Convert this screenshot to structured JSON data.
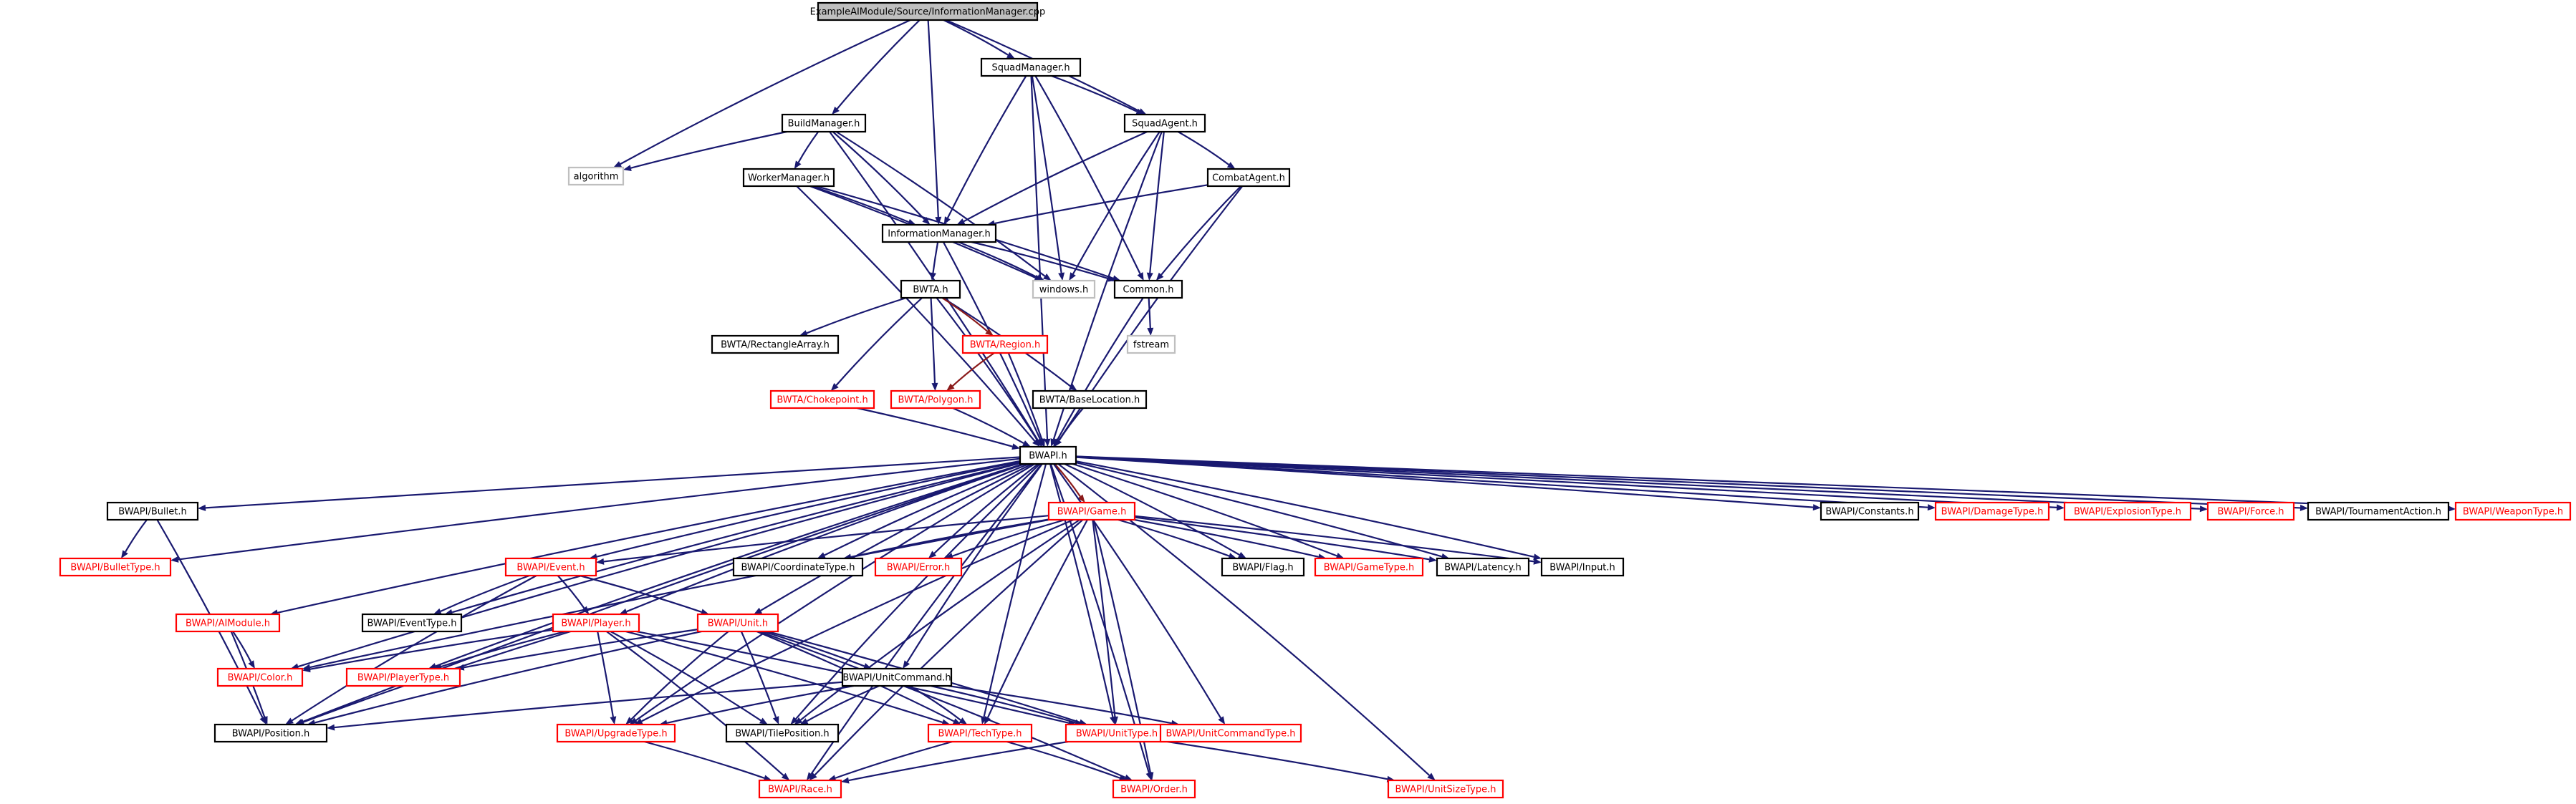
{
  "colors": {
    "edge": "#191970",
    "red_edge": "#8b1a1a",
    "red_border": "#ff0000",
    "gray_border": "#bfbfbf",
    "root_fill": "#bfbfbf"
  },
  "nodes": [
    {
      "id": "root",
      "label": "ExampleAIModule/Source/InformationManager.cpp",
      "style": "root"
    },
    {
      "id": "squadmanager",
      "label": "SquadManager.h",
      "style": "black"
    },
    {
      "id": "buildmanager",
      "label": "BuildManager.h",
      "style": "black"
    },
    {
      "id": "squadagent",
      "label": "SquadAgent.h",
      "style": "black"
    },
    {
      "id": "algorithm",
      "label": "algorithm",
      "style": "gray"
    },
    {
      "id": "workermanager",
      "label": "WorkerManager.h",
      "style": "black"
    },
    {
      "id": "combatagent",
      "label": "CombatAgent.h",
      "style": "black"
    },
    {
      "id": "infomanager",
      "label": "InformationManager.h",
      "style": "black"
    },
    {
      "id": "windows",
      "label": "windows.h",
      "style": "gray"
    },
    {
      "id": "common",
      "label": "Common.h",
      "style": "black"
    },
    {
      "id": "bwta",
      "label": "BWTA.h",
      "style": "black"
    },
    {
      "id": "fstream",
      "label": "fstream",
      "style": "gray"
    },
    {
      "id": "rectarray",
      "label": "BWTA/RectangleArray.h",
      "style": "black"
    },
    {
      "id": "region",
      "label": "BWTA/Region.h",
      "style": "red"
    },
    {
      "id": "chokepoint",
      "label": "BWTA/Chokepoint.h",
      "style": "red"
    },
    {
      "id": "polygon",
      "label": "BWTA/Polygon.h",
      "style": "red"
    },
    {
      "id": "baselocation",
      "label": "BWTA/BaseLocation.h",
      "style": "black"
    },
    {
      "id": "bwapi",
      "label": "BWAPI.h",
      "style": "black"
    },
    {
      "id": "bullet",
      "label": "BWAPI/Bullet.h",
      "style": "black"
    },
    {
      "id": "game",
      "label": "BWAPI/Game.h",
      "style": "red"
    },
    {
      "id": "constants",
      "label": "BWAPI/Constants.h",
      "style": "black"
    },
    {
      "id": "damagetype",
      "label": "BWAPI/DamageType.h",
      "style": "red"
    },
    {
      "id": "explosiontype",
      "label": "BWAPI/ExplosionType.h",
      "style": "red"
    },
    {
      "id": "force",
      "label": "BWAPI/Force.h",
      "style": "red"
    },
    {
      "id": "tournamentaction",
      "label": "BWAPI/TournamentAction.h",
      "style": "black"
    },
    {
      "id": "weapontype",
      "label": "BWAPI/WeaponType.h",
      "style": "red"
    },
    {
      "id": "bullettype",
      "label": "BWAPI/BulletType.h",
      "style": "red"
    },
    {
      "id": "event",
      "label": "BWAPI/Event.h",
      "style": "red"
    },
    {
      "id": "coordtype",
      "label": "BWAPI/CoordinateType.h",
      "style": "black"
    },
    {
      "id": "error",
      "label": "BWAPI/Error.h",
      "style": "red"
    },
    {
      "id": "flag",
      "label": "BWAPI/Flag.h",
      "style": "black"
    },
    {
      "id": "gametype",
      "label": "BWAPI/GameType.h",
      "style": "red"
    },
    {
      "id": "latency",
      "label": "BWAPI/Latency.h",
      "style": "black"
    },
    {
      "id": "input",
      "label": "BWAPI/Input.h",
      "style": "black"
    },
    {
      "id": "aimodule",
      "label": "BWAPI/AIModule.h",
      "style": "red"
    },
    {
      "id": "eventtype",
      "label": "BWAPI/EventType.h",
      "style": "black"
    },
    {
      "id": "player",
      "label": "BWAPI/Player.h",
      "style": "red"
    },
    {
      "id": "unit",
      "label": "BWAPI/Unit.h",
      "style": "red"
    },
    {
      "id": "color",
      "label": "BWAPI/Color.h",
      "style": "red"
    },
    {
      "id": "playertype",
      "label": "BWAPI/PlayerType.h",
      "style": "red"
    },
    {
      "id": "unitcommand",
      "label": "BWAPI/UnitCommand.h",
      "style": "black"
    },
    {
      "id": "position",
      "label": "BWAPI/Position.h",
      "style": "black"
    },
    {
      "id": "upgradetype",
      "label": "BWAPI/UpgradeType.h",
      "style": "red"
    },
    {
      "id": "tileposition",
      "label": "BWAPI/TilePosition.h",
      "style": "black"
    },
    {
      "id": "techtype",
      "label": "BWAPI/TechType.h",
      "style": "red"
    },
    {
      "id": "unittype",
      "label": "BWAPI/UnitType.h",
      "style": "red"
    },
    {
      "id": "unitcommandtype",
      "label": "BWAPI/UnitCommandType.h",
      "style": "red"
    },
    {
      "id": "race",
      "label": "BWAPI/Race.h",
      "style": "red"
    },
    {
      "id": "order",
      "label": "BWAPI/Order.h",
      "style": "red"
    },
    {
      "id": "unitsizetype",
      "label": "BWAPI/UnitSizeType.h",
      "style": "red"
    }
  ],
  "edges": [
    [
      "root",
      "squadmanager"
    ],
    [
      "root",
      "buildmanager"
    ],
    [
      "root",
      "squadagent"
    ],
    [
      "root",
      "algorithm"
    ],
    [
      "root",
      "infomanager"
    ],
    [
      "squadmanager",
      "squadagent"
    ],
    [
      "squadmanager",
      "infomanager"
    ],
    [
      "squadmanager",
      "windows"
    ],
    [
      "squadmanager",
      "common"
    ],
    [
      "squadmanager",
      "bwapi"
    ],
    [
      "buildmanager",
      "algorithm"
    ],
    [
      "buildmanager",
      "workermanager"
    ],
    [
      "buildmanager",
      "infomanager"
    ],
    [
      "buildmanager",
      "windows"
    ],
    [
      "buildmanager",
      "bwapi"
    ],
    [
      "squadagent",
      "combatagent"
    ],
    [
      "squadagent",
      "infomanager"
    ],
    [
      "squadagent",
      "windows"
    ],
    [
      "squadagent",
      "common"
    ],
    [
      "squadagent",
      "bwapi"
    ],
    [
      "workermanager",
      "infomanager"
    ],
    [
      "workermanager",
      "windows"
    ],
    [
      "workermanager",
      "common"
    ],
    [
      "workermanager",
      "bwapi"
    ],
    [
      "combatagent",
      "infomanager"
    ],
    [
      "combatagent",
      "common"
    ],
    [
      "combatagent",
      "bwapi"
    ],
    [
      "infomanager",
      "windows"
    ],
    [
      "infomanager",
      "common"
    ],
    [
      "infomanager",
      "bwta"
    ],
    [
      "infomanager",
      "bwapi"
    ],
    [
      "common",
      "fstream"
    ],
    [
      "common",
      "bwapi"
    ],
    [
      "bwta",
      "rectarray"
    ],
    [
      "bwta",
      "chokepoint"
    ],
    [
      "bwta",
      "polygon"
    ],
    [
      "bwta",
      "baselocation"
    ],
    [
      "bwta",
      "bwapi"
    ],
    [
      "bwta",
      "region",
      "red"
    ],
    [
      "region",
      "polygon",
      "red"
    ],
    [
      "region",
      "bwapi"
    ],
    [
      "chokepoint",
      "bwapi"
    ],
    [
      "polygon",
      "bwapi"
    ],
    [
      "baselocation",
      "bwapi"
    ],
    [
      "bwapi",
      "bullet"
    ],
    [
      "bwapi",
      "game",
      "red"
    ],
    [
      "bwapi",
      "constants"
    ],
    [
      "bwapi",
      "damagetype"
    ],
    [
      "bwapi",
      "explosiontype"
    ],
    [
      "bwapi",
      "force"
    ],
    [
      "bwapi",
      "tournamentaction"
    ],
    [
      "bwapi",
      "weapontype"
    ],
    [
      "bwapi",
      "bullettype"
    ],
    [
      "bwapi",
      "event"
    ],
    [
      "bwapi",
      "coordtype"
    ],
    [
      "bwapi",
      "error"
    ],
    [
      "bwapi",
      "flag"
    ],
    [
      "bwapi",
      "gametype"
    ],
    [
      "bwapi",
      "latency"
    ],
    [
      "bwapi",
      "input"
    ],
    [
      "bwapi",
      "aimodule"
    ],
    [
      "bwapi",
      "eventtype"
    ],
    [
      "bwapi",
      "player"
    ],
    [
      "bwapi",
      "unit"
    ],
    [
      "bwapi",
      "color"
    ],
    [
      "bwapi",
      "playertype"
    ],
    [
      "bwapi",
      "unitcommand"
    ],
    [
      "bwapi",
      "position"
    ],
    [
      "bwapi",
      "upgradetype"
    ],
    [
      "bwapi",
      "tileposition"
    ],
    [
      "bwapi",
      "techtype"
    ],
    [
      "bwapi",
      "unittype"
    ],
    [
      "bwapi",
      "unitcommandtype"
    ],
    [
      "bwapi",
      "race"
    ],
    [
      "bwapi",
      "order"
    ],
    [
      "bwapi",
      "unitsizetype"
    ],
    [
      "bullet",
      "bullettype"
    ],
    [
      "bullet",
      "position"
    ],
    [
      "game",
      "event"
    ],
    [
      "game",
      "coordtype"
    ],
    [
      "game",
      "error"
    ],
    [
      "game",
      "flag"
    ],
    [
      "game",
      "gametype"
    ],
    [
      "game",
      "latency"
    ],
    [
      "game",
      "input"
    ],
    [
      "game",
      "color"
    ],
    [
      "game",
      "upgradetype"
    ],
    [
      "game",
      "tileposition"
    ],
    [
      "game",
      "techtype"
    ],
    [
      "game",
      "unittype"
    ],
    [
      "game",
      "race"
    ],
    [
      "game",
      "order"
    ],
    [
      "event",
      "eventtype"
    ],
    [
      "event",
      "player"
    ],
    [
      "event",
      "unit"
    ],
    [
      "event",
      "position"
    ],
    [
      "aimodule",
      "color"
    ],
    [
      "aimodule",
      "position"
    ],
    [
      "player",
      "color"
    ],
    [
      "player",
      "playertype"
    ],
    [
      "player",
      "upgradetype"
    ],
    [
      "player",
      "tileposition"
    ],
    [
      "player",
      "techtype"
    ],
    [
      "player",
      "unittype"
    ],
    [
      "player",
      "race"
    ],
    [
      "player",
      "position"
    ],
    [
      "unit",
      "unitcommand"
    ],
    [
      "unit",
      "playertype"
    ],
    [
      "unit",
      "upgradetype"
    ],
    [
      "unit",
      "tileposition"
    ],
    [
      "unit",
      "techtype"
    ],
    [
      "unit",
      "unittype"
    ],
    [
      "unit",
      "order"
    ],
    [
      "unit",
      "position"
    ],
    [
      "unitcommand",
      "position"
    ],
    [
      "unitcommand",
      "upgradetype"
    ],
    [
      "unitcommand",
      "tileposition"
    ],
    [
      "unitcommand",
      "techtype"
    ],
    [
      "unitcommand",
      "unittype"
    ],
    [
      "unitcommand",
      "unitcommandtype"
    ],
    [
      "upgradetype",
      "race"
    ],
    [
      "techtype",
      "race"
    ],
    [
      "techtype",
      "order"
    ],
    [
      "unittype",
      "race"
    ],
    [
      "unittype",
      "unitsizetype"
    ]
  ]
}
